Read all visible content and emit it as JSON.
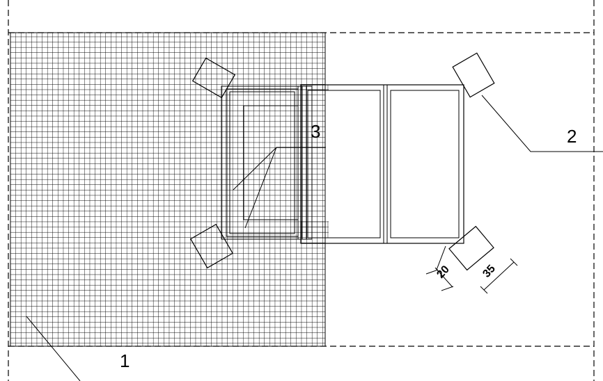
{
  "labels": {
    "callout_1": "1",
    "callout_2": "2",
    "callout_3": "3"
  },
  "dimensions": {
    "pad_gap": "20",
    "pad_size": "35"
  }
}
